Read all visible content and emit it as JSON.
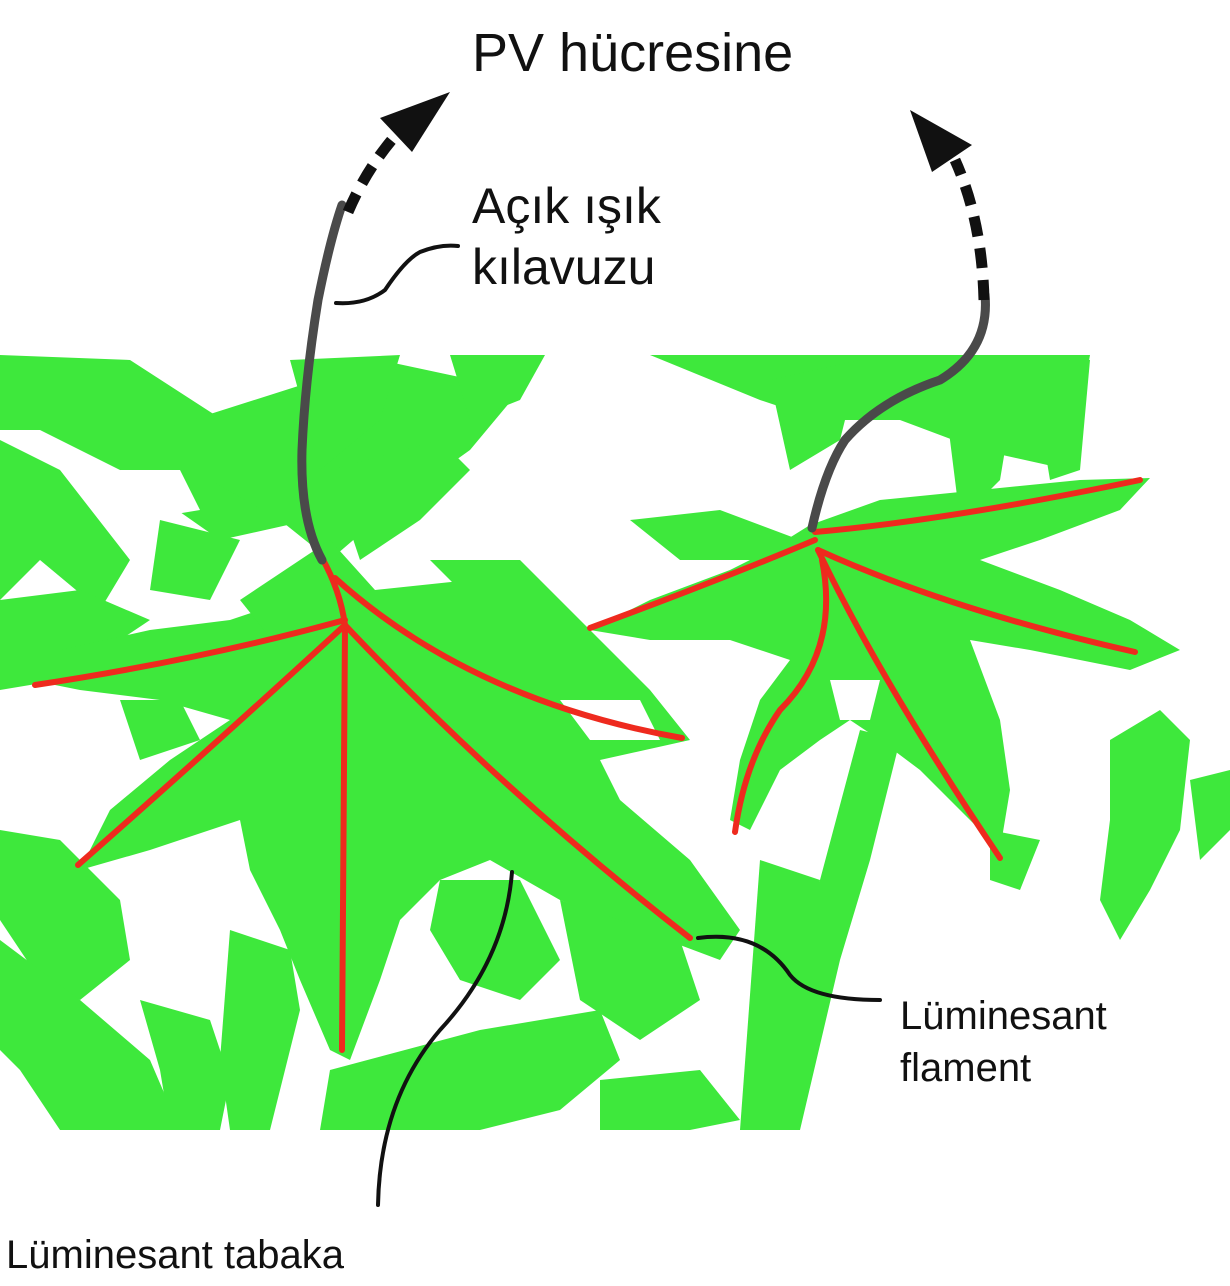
{
  "labels": {
    "pv_cell": "PV hücresine",
    "light_guide_line1": "Açık ışık",
    "light_guide_line2": "kılavuzu",
    "filament_line1": "Lüminesant",
    "filament_line2": "flament",
    "layer": "Lüminesant tabaka"
  },
  "colors": {
    "leaf": "#3ee83c",
    "filament": "#ee2a1e",
    "light_guide": "#4a4a4a",
    "arrow": "#111111",
    "leader_line": "#111111",
    "background": "#ffffff"
  }
}
